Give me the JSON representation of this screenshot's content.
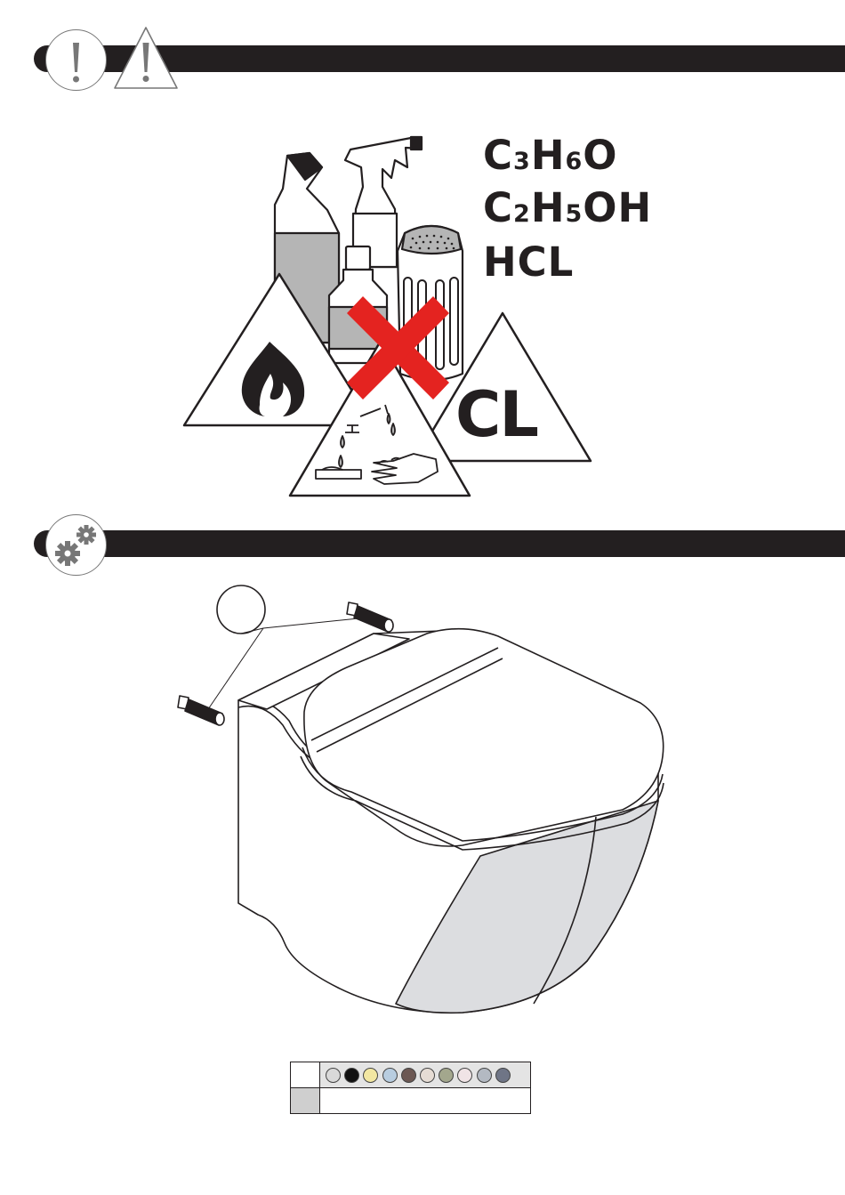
{
  "warning_section": {
    "info_icon": "exclamation-circle-icon",
    "triangle_icon": "warning-triangle-icon"
  },
  "chemicals": {
    "formulas": [
      {
        "parts": [
          {
            "t": "C",
            "sub": false
          },
          {
            "t": "3",
            "sub": true
          },
          {
            "t": "H",
            "sub": false
          },
          {
            "t": "6",
            "sub": true
          },
          {
            "t": "O",
            "sub": false
          }
        ]
      },
      {
        "parts": [
          {
            "t": "C",
            "sub": false
          },
          {
            "t": "2",
            "sub": true
          },
          {
            "t": "H",
            "sub": false
          },
          {
            "t": "5",
            "sub": true
          },
          {
            "t": "OH",
            "sub": false
          }
        ]
      },
      {
        "parts": [
          {
            "t": "HCL",
            "sub": false
          }
        ]
      }
    ],
    "chlorine_label": "CL",
    "hazard_icons": [
      "flammable-fire-icon",
      "corrosive-icon",
      "chlorine-icon"
    ],
    "prohibition_icon": "red-cross-icon"
  },
  "assembly_section": {
    "settings_icon": "gears-icon"
  },
  "colors": {
    "bar": "#231f20",
    "prohibition_red": "#e42320",
    "bowl_shading": "#dcdde0",
    "bottle_fill": "#b5b5b5"
  },
  "swatches": [
    "#d9d9d9",
    "#111111",
    "#f2e7a2",
    "#b8cde0",
    "#6c5853",
    "#e6dcd4",
    "#a3a78d",
    "#f0e4e6",
    "#b3b9c2",
    "#6f7586"
  ]
}
